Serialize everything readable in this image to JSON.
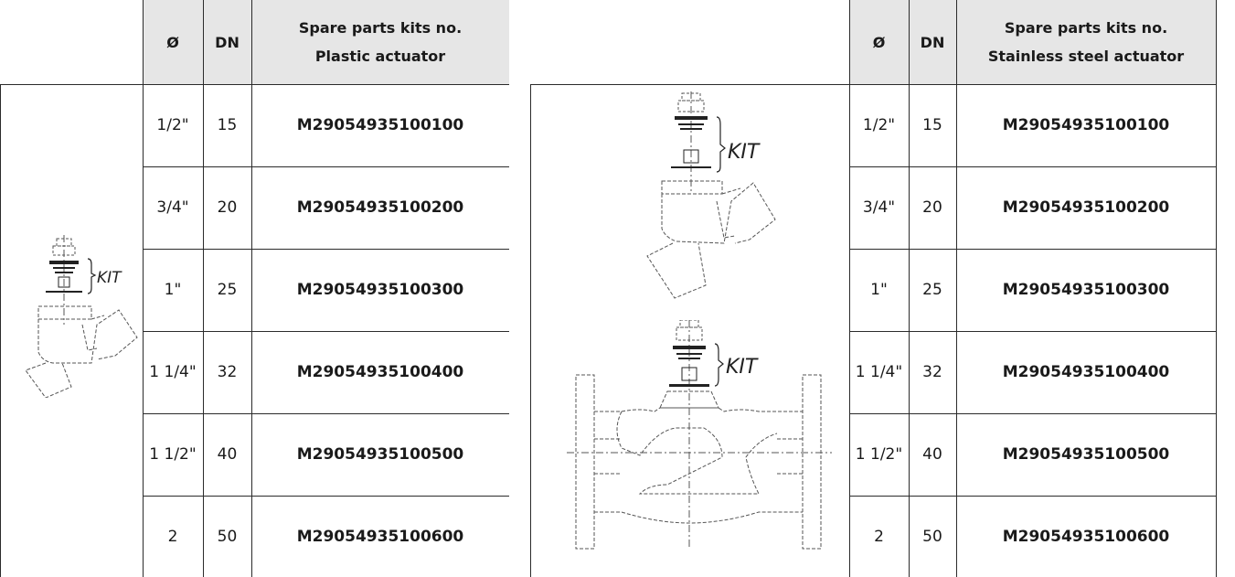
{
  "left_table": {
    "headers": {
      "diameter": "Ø",
      "dn": "DN",
      "kit_title": "Spare parts kits no.",
      "kit_subtitle": "Plastic actuator"
    },
    "illustration_label": "KIT",
    "rows": [
      {
        "diameter": "1/2\"",
        "dn": "15",
        "code": "M29054935100100"
      },
      {
        "diameter": "3/4\"",
        "dn": "20",
        "code": "M29054935100200"
      },
      {
        "diameter": "1\"",
        "dn": "25",
        "code": "M29054935100300"
      },
      {
        "diameter": "1 1/4\"",
        "dn": "32",
        "code": "M29054935100400"
      },
      {
        "diameter": "1 1/2\"",
        "dn": "40",
        "code": "M29054935100500"
      },
      {
        "diameter": "2",
        "dn": "50",
        "code": "M29054935100600"
      }
    ]
  },
  "right_table": {
    "headers": {
      "diameter": "Ø",
      "dn": "DN",
      "kit_title": "Spare parts kits no.",
      "kit_subtitle": "Stainless steel actuator"
    },
    "illustration_labels": [
      "KIT",
      "KIT"
    ],
    "rows": [
      {
        "diameter": "1/2\"",
        "dn": "15",
        "code": "M29054935100100"
      },
      {
        "diameter": "3/4\"",
        "dn": "20",
        "code": "M29054935100200"
      },
      {
        "diameter": "1\"",
        "dn": "25",
        "code": "M29054935100300"
      },
      {
        "diameter": "1 1/4\"",
        "dn": "32",
        "code": "M29054935100400"
      },
      {
        "diameter": "1 1/2\"",
        "dn": "40",
        "code": "M29054935100500"
      },
      {
        "diameter": "2",
        "dn": "50",
        "code": "M29054935100600"
      }
    ]
  },
  "colors": {
    "header_fill": "#e6e6e6",
    "rule": "#2b2b2b"
  }
}
